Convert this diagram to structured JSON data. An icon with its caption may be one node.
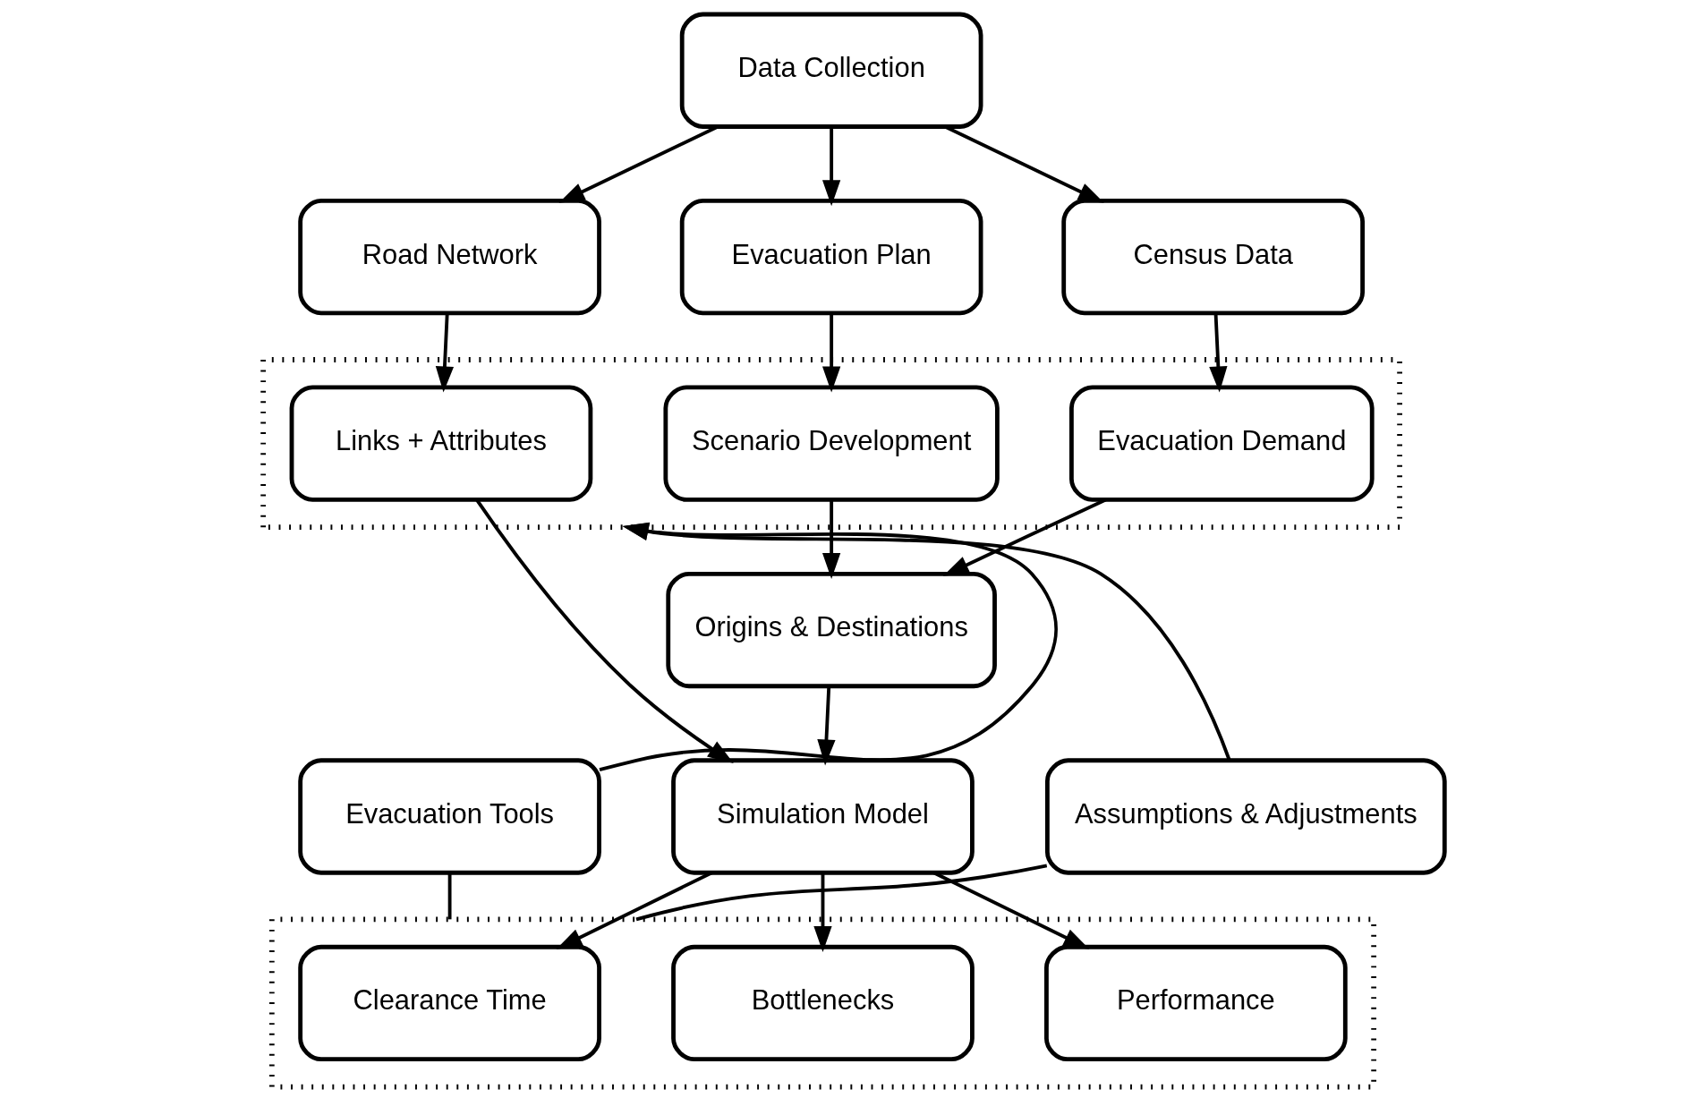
{
  "diagram": {
    "nodes": [
      {
        "text": [
          "Data Collection"
        ]
      },
      {
        "text": [
          "Road Network"
        ]
      },
      {
        "text": [
          "Evacuation Plan"
        ]
      },
      {
        "text": [
          "Census Data"
        ]
      },
      {
        "text": [],
        "shape": "box"
      },
      {
        "text": [
          "Links + Attributes"
        ],
        "in": 4
      },
      {
        "text": [
          "Scenario Development"
        ],
        "in": 4
      },
      {
        "text": [
          "Evacuation Demand"
        ],
        "in": 4
      },
      {
        "text": [
          "Origins & Destinations"
        ]
      },
      {
        "text": [
          "Evacuation Tools"
        ]
      },
      {
        "text": [
          "Assumptions & Adjustments"
        ]
      },
      {
        "text": [
          "Simulation Model"
        ]
      },
      {
        "text": [],
        "shape": "box"
      },
      {
        "text": [
          "Clearance Time"
        ],
        "in": 12
      },
      {
        "text": [
          "Bottlenecks"
        ],
        "in": 12
      },
      {
        "text": [
          "Performance"
        ],
        "in": 12
      }
    ],
    "edges": [
      {
        "from": 0,
        "to": 1,
        "arrow": "to"
      },
      {
        "from": 0,
        "to": 2,
        "arrow": "to"
      },
      {
        "from": 0,
        "to": 3,
        "arrow": "to"
      },
      {
        "from": 1,
        "to": 5,
        "arrow": "to"
      },
      {
        "from": 2,
        "to": 6,
        "arrow": "to"
      },
      {
        "from": 3,
        "to": 7,
        "arrow": "to"
      },
      {
        "from": 5,
        "to": 11,
        "arrow": "to"
      },
      {
        "from": 6,
        "to": 8,
        "arrow": "to"
      },
      {
        "from": 7,
        "to": 8,
        "arrow": "to"
      },
      {
        "from": 8,
        "to": 11,
        "arrow": "to"
      },
      {
        "from": 11,
        "to": 13,
        "arrow": "to"
      },
      {
        "from": 11,
        "to": 14,
        "arrow": "to"
      },
      {
        "from": 11,
        "to": 15,
        "arrow": "to"
      },
      {
        "from": 12,
        "to": 9,
        "arrow": "none"
      },
      {
        "from": 9,
        "to": 4,
        "arrow": "to"
      },
      {
        "from": 12,
        "to": 10,
        "arrow": "none"
      },
      {
        "from": 10,
        "to": 4,
        "arrow": "to"
      }
    ]
  }
}
